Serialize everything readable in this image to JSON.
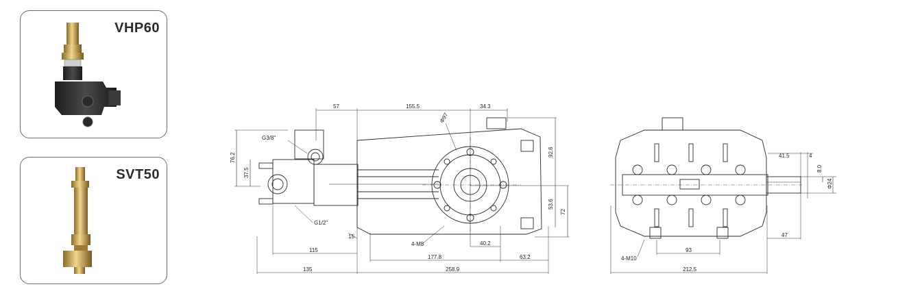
{
  "products": [
    {
      "name": "VHP60",
      "icon": "unloader-valve-icon"
    },
    {
      "name": "SVT50",
      "icon": "safety-valve-icon"
    }
  ],
  "side_view": {
    "dims": {
      "d57": "57",
      "d155_5": "155.5",
      "d34_3": "34.3",
      "phi97": "Φ97",
      "d92_6": "92.6",
      "d76_2": "76.2",
      "d37_5": "37.5",
      "g38": "G3/8\"",
      "g12": "G1/2\"",
      "d53_6": "53.6",
      "d72": "72",
      "d15": "15",
      "m8": "4-M8",
      "d40_2": "40.2",
      "d115": "115",
      "d177_8": "177.8",
      "d63_2": "63.2",
      "d135": "135",
      "d258_9": "258.9"
    }
  },
  "top_view": {
    "dims": {
      "d41_5": "41.5",
      "d4": "4",
      "d8_0": "8.0",
      "phi24": "Φ24",
      "d47": "47",
      "d93": "93",
      "m10": "4-M10",
      "d212_5": "212.5"
    }
  }
}
